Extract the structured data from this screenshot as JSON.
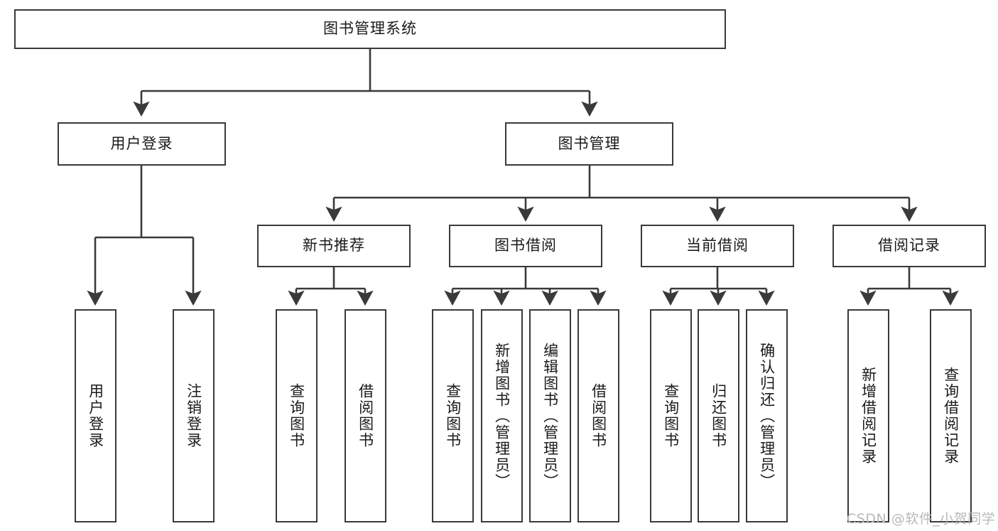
{
  "diagram": {
    "title": "图书管理系统",
    "type": "functional-structure-tree",
    "watermark": "CSDN @软件_小贺同学",
    "colors": {
      "node_border": "#3a3a3a",
      "node_fill": "#ffffff",
      "edge": "#3a3a3a",
      "text": "#1a1a1a",
      "watermark": "#b9b9b9",
      "background": "#ffffff"
    },
    "nodes": {
      "root": {
        "label": "图书管理系统"
      },
      "level2": [
        {
          "label": "用户登录"
        },
        {
          "label": "图书管理"
        }
      ],
      "level3": [
        {
          "label": "新书推荐"
        },
        {
          "label": "图书借阅"
        },
        {
          "label": "当前借阅"
        },
        {
          "label": "借阅记录"
        }
      ],
      "leaves": {
        "user_login": [
          {
            "label": "用户登录"
          },
          {
            "label": "注销登录"
          }
        ],
        "new_book_recommend": [
          {
            "label": "查询图书"
          },
          {
            "label": "借阅图书"
          }
        ],
        "book_borrow": [
          {
            "label": "查询图书"
          },
          {
            "label": "新增图书（管理员）"
          },
          {
            "label": "编辑图书（管理员）"
          },
          {
            "label": "借阅图书"
          }
        ],
        "current_borrow": [
          {
            "label": "查询图书"
          },
          {
            "label": "归还图书"
          },
          {
            "label": "确认归还（管理员）"
          }
        ],
        "borrow_record": [
          {
            "label": "新增借阅记录"
          },
          {
            "label": "查询借阅记录"
          }
        ]
      }
    }
  }
}
